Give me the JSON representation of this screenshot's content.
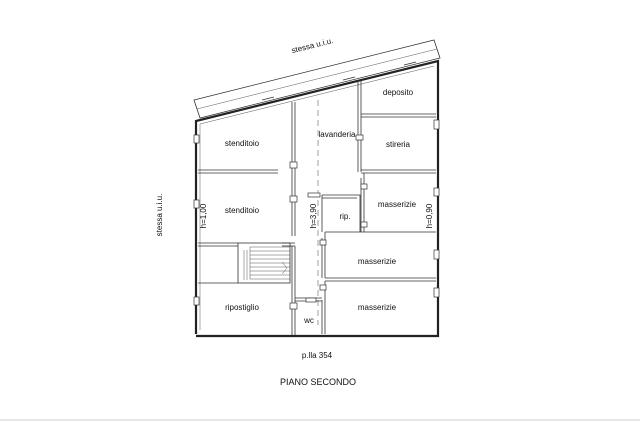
{
  "labels": {
    "neighbor_top": "stessa u.i.u.",
    "neighbor_left": "stessa u.i.u.",
    "parcel": "p.lla 354",
    "floor_title": "PIANO SECONDO"
  },
  "rooms": {
    "deposito": "deposito",
    "lavanderia": "lavanderia",
    "stireria": "stireria",
    "stenditoio_1": "stenditoio",
    "stenditoio_2": "stenditoio",
    "rip": "rip.",
    "masserizie_1": "masserizie",
    "masserizie_2": "masserizie",
    "masserizie_3": "masserizie",
    "ripostiglio": "ripostiglio",
    "wc": "wc"
  },
  "heights": {
    "left": "h=1,00",
    "center": "h=3,90",
    "right": "h=0,90"
  }
}
